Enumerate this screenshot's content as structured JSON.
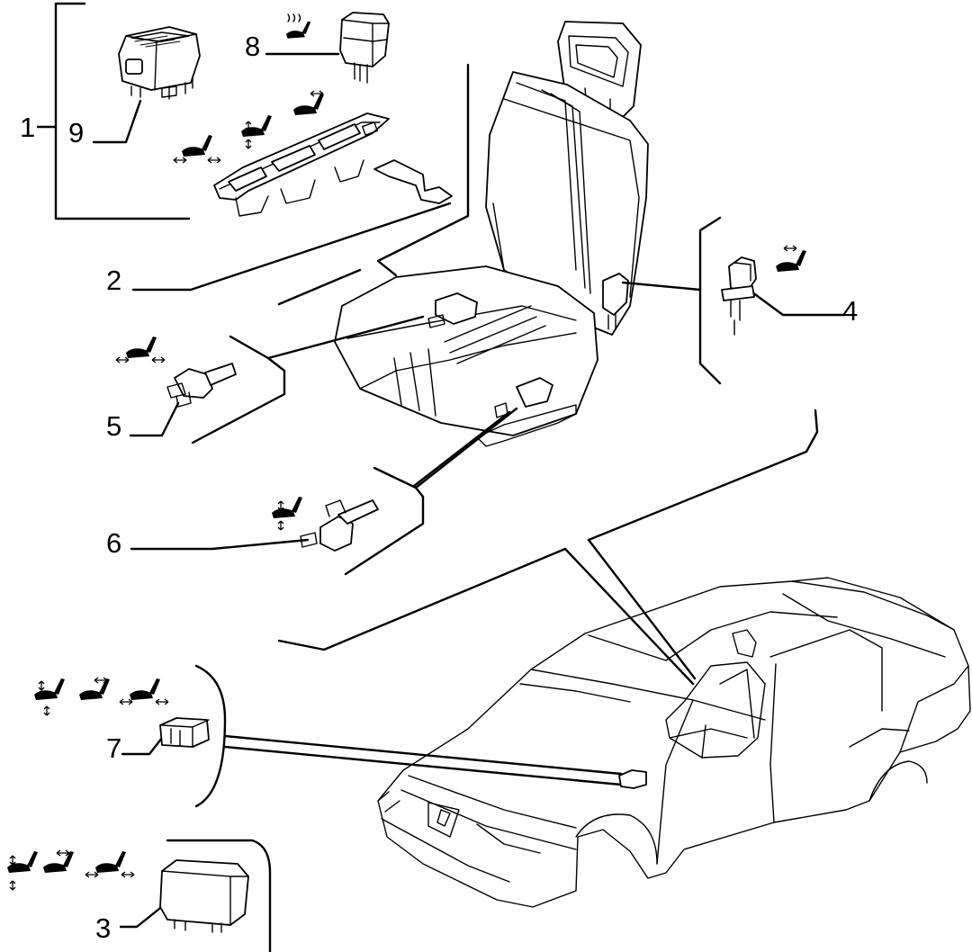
{
  "callouts": [
    {
      "id": "1",
      "text": "1"
    },
    {
      "id": "2",
      "text": "2"
    },
    {
      "id": "3",
      "text": "3"
    },
    {
      "id": "4",
      "text": "4"
    },
    {
      "id": "5",
      "text": "5"
    },
    {
      "id": "6",
      "text": "6"
    },
    {
      "id": "7",
      "text": "7"
    },
    {
      "id": "8",
      "text": "8"
    },
    {
      "id": "9",
      "text": "9"
    }
  ],
  "symbols": [
    "seat-heater-symbol",
    "seat-fore-aft-arrows-symbol",
    "seat-height-arrows-symbol",
    "seat-backrest-recline-symbol"
  ],
  "colors": {
    "line": "#000000",
    "background": "#ffffff"
  }
}
